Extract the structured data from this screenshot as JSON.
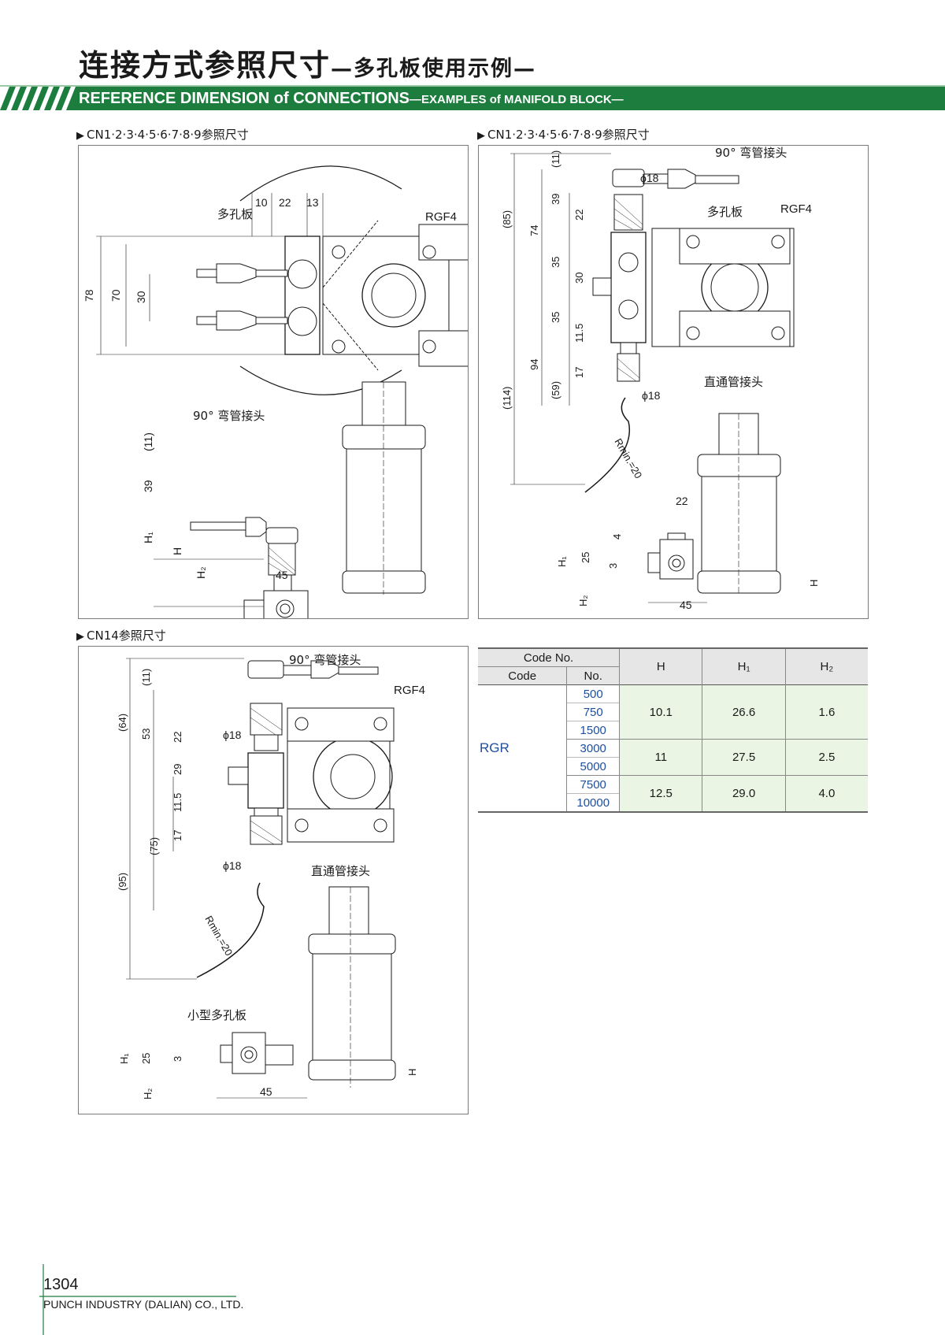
{
  "header": {
    "title_cn": "连接方式参照尺寸",
    "subtitle_cn": "—多孔板使用示例—",
    "title_en": "REFERENCE DIMENSION of CONNECTIONS",
    "subtitle_en": "—EXAMPLES of MANIFOLD BLOCK—",
    "accent": "#1c7d3e"
  },
  "panel_a": {
    "heading": "CN1·2·3·4·5·6·7·8·9参照尺寸",
    "labels": {
      "manifold": "多孔板",
      "rgf": "RGF4",
      "elbow": "90° 弯管接头",
      "d10": "10",
      "d22": "22",
      "d13": "13",
      "d78": "78",
      "d70": "70",
      "d30": "30",
      "d11": "(11)",
      "d39": "39",
      "h1": "H₁",
      "h": "H",
      "h2": "H₂",
      "d45": "45"
    }
  },
  "panel_b": {
    "heading": "CN1·2·3·4·5·6·7·8·9参照尺寸",
    "labels": {
      "elbow": "90° 弯管接头",
      "phi18a": "ϕ18",
      "manifold": "多孔板",
      "rgf": "RGF4",
      "d11": "(11)",
      "d85": "(85)",
      "d39": "39",
      "d74": "74",
      "d22": "22",
      "d35a": "35",
      "d30": "30",
      "d35b": "35",
      "d115": "11.5",
      "d94": "94",
      "d17": "17",
      "d59": "(59)",
      "d114": "(114)",
      "phi18b": "ϕ18",
      "straight": "直通管接头",
      "rmin": "Rmin.=20",
      "d22b": "22",
      "d4": "4",
      "d25": "25",
      "d3": "3",
      "h1": "H₁",
      "h2": "H₂",
      "h": "H",
      "d45": "45"
    }
  },
  "panel_c": {
    "heading": "CN14参照尺寸",
    "labels": {
      "elbow": "90° 弯管接头",
      "rgf": "RGF4",
      "d11": "(11)",
      "d64": "(64)",
      "d53": "53",
      "d22": "22",
      "phi18a": "ϕ18",
      "d29": "29",
      "d115": "11.5",
      "d17": "17",
      "d75": "(75)",
      "phi18b": "ϕ18",
      "straight": "直通管接头",
      "d95": "(95)",
      "rmin": "Rmin.=20",
      "small_manifold": "小型多孔板",
      "h1": "H₁",
      "d25": "25",
      "d3": "3",
      "h2": "H₂",
      "h": "H",
      "d45": "45"
    }
  },
  "table": {
    "headers": {
      "code_no": "Code No.",
      "code": "Code",
      "no": "No.",
      "h": "H",
      "h1": "H₁",
      "h2": "H₂"
    },
    "code": "RGR",
    "nos": [
      "500",
      "750",
      "1500",
      "3000",
      "5000",
      "7500",
      "10000"
    ],
    "groups": [
      {
        "h": "10.1",
        "h1": "26.6",
        "h2": "1.6"
      },
      {
        "h": "11",
        "h1": "27.5",
        "h2": "2.5"
      },
      {
        "h": "12.5",
        "h1": "29.0",
        "h2": "4.0"
      }
    ],
    "no_color": "#1f4e9c"
  },
  "footer": {
    "page": "1304",
    "company": "PUNCH INDUSTRY (DALIAN) CO., LTD."
  }
}
